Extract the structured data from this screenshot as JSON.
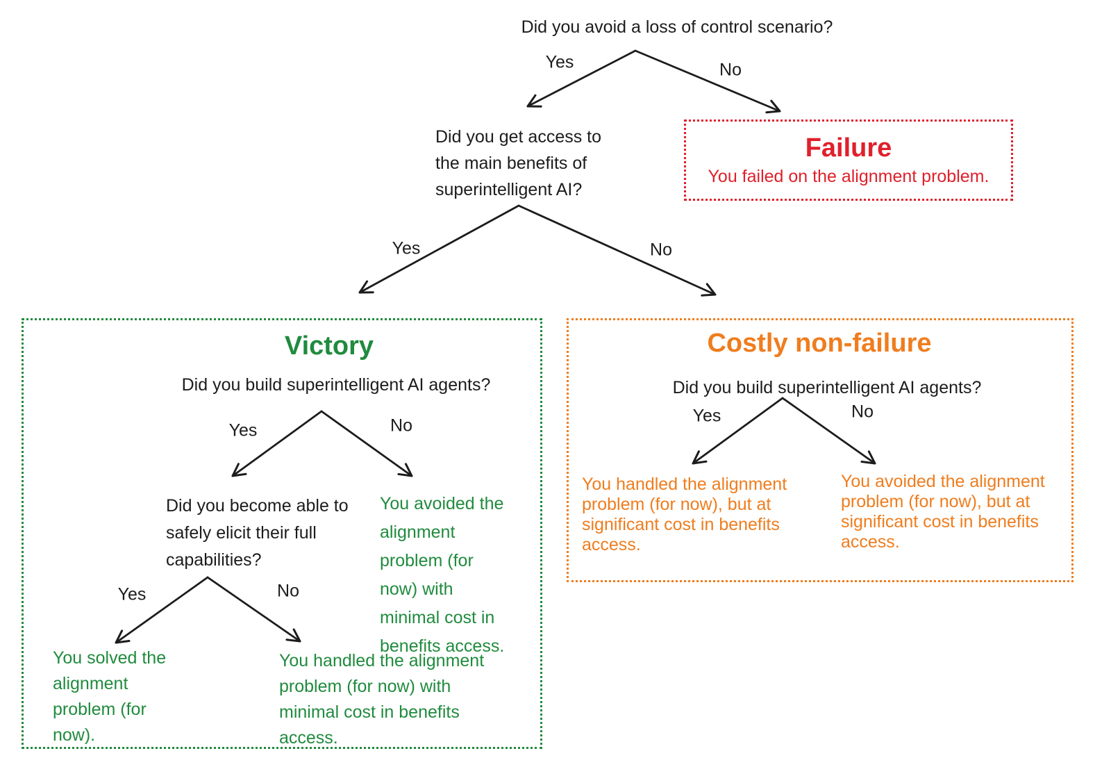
{
  "colors": {
    "ink": "#1c1c1c",
    "red": "#e0202b",
    "green": "#208b3e",
    "orange": "#ef7d1e"
  },
  "labels": {
    "yes": "Yes",
    "no": "No"
  },
  "root_question": "Did you avoid a loss of control scenario?",
  "benefits_question": "Did you get access to the main benefits of superintelligent AI?",
  "failure": {
    "title": "Failure",
    "body": "You failed on the alignment problem."
  },
  "victory": {
    "title": "Victory",
    "agents_question": "Did you build superintelligent AI agents?",
    "elicit_question": "Did you become able to safely elicit their full capabilities?",
    "outcome_avoided": "You avoided the alignment problem (for now) with minimal cost in benefits access.",
    "outcome_solved": "You solved the alignment problem (for now).",
    "outcome_handled": "You handled the alignment problem (for now) with minimal cost in benefits access."
  },
  "costly": {
    "title": "Costly non-failure",
    "agents_question": "Did you build superintelligent AI agents?",
    "outcome_handled": "You handled the alignment problem (for now), but at significant cost in benefits access.",
    "outcome_avoided": "You avoided the alignment problem (for now), but at significant cost in benefits access."
  }
}
